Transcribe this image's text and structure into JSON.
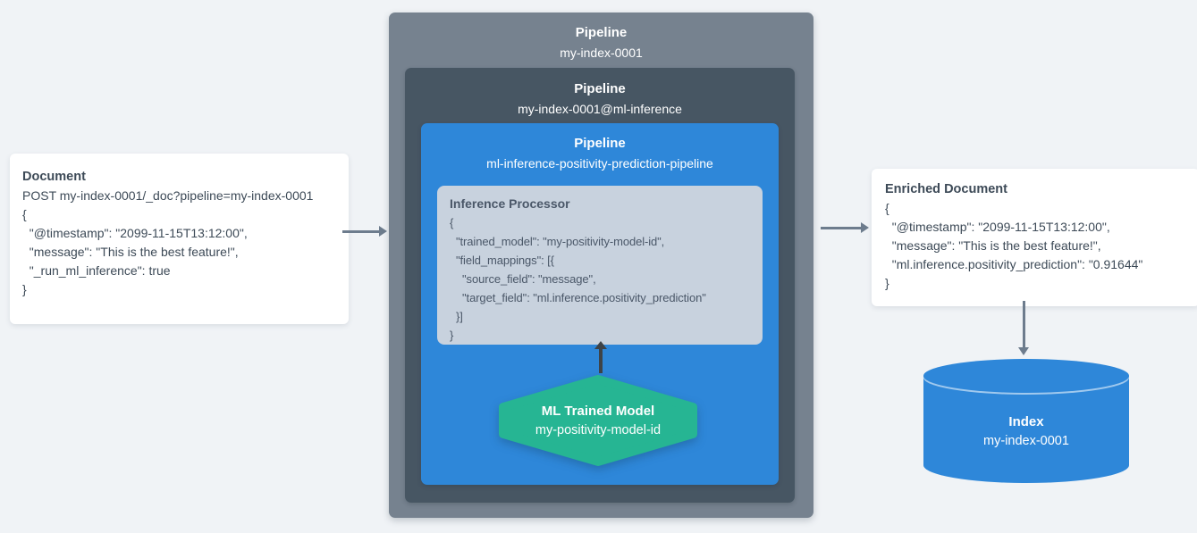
{
  "colors": {
    "background": "#f0f3f6",
    "outer_pipeline_box": "#76828f",
    "inner_pipeline_box": "#475663",
    "blue_pipeline_box": "#2e87d9",
    "processor_box": "#c8d2de",
    "hexagon": "#26b593",
    "cylinder": "#2e87d9",
    "card_background": "#ffffff",
    "card_text": "#3d4a57",
    "arrow": "#6d7c8d",
    "up_arrow": "#3e4347"
  },
  "document_card": {
    "title": "Document",
    "lines": [
      "POST my-index-0001/_doc?pipeline=my-index-0001",
      "{",
      "  \"@timestamp\": \"2099-11-15T13:12:00\",",
      "  \"message\": \"This is the best feature!\",",
      "  \"_run_ml_inference\": true",
      "}"
    ]
  },
  "outer_pipeline": {
    "label": "Pipeline",
    "name": "my-index-0001"
  },
  "inner_pipeline": {
    "label": "Pipeline",
    "name": "my-index-0001@ml-inference"
  },
  "ml_pipeline": {
    "label": "Pipeline",
    "name": "ml-inference-positivity-prediction-pipeline"
  },
  "inference_processor": {
    "title": "Inference Processor",
    "lines": [
      "{",
      "  \"trained_model\": \"my-positivity-model-id\",",
      "  \"field_mappings\": [{",
      "    \"source_field\": \"message\",",
      "    \"target_field\": \"ml.inference.positivity_prediction\"",
      "  }]",
      "}"
    ]
  },
  "trained_model": {
    "title": "ML Trained Model",
    "name": "my-positivity-model-id"
  },
  "enriched_card": {
    "title": "Enriched Document",
    "lines": [
      "{",
      "  \"@timestamp\": \"2099-11-15T13:12:00\",",
      "  \"message\": \"This is the best feature!\",",
      "  \"ml.inference.positivity_prediction\": \"0.91644\"",
      "}"
    ]
  },
  "index_cylinder": {
    "title": "Index",
    "name": "my-index-0001"
  }
}
